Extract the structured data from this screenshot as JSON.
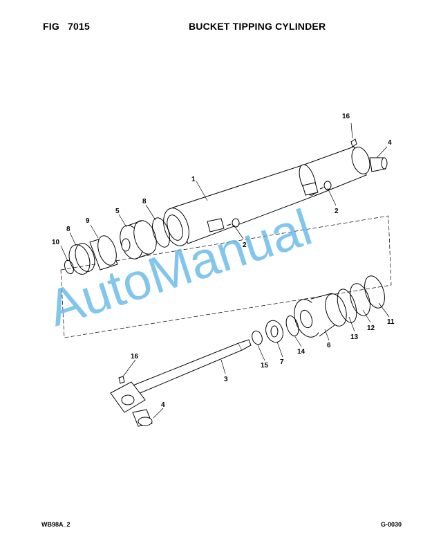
{
  "header": {
    "fig_label": "FIG",
    "fig_number": "7015",
    "title": "BUCKET TIPPING CYLINDER"
  },
  "footer": {
    "left": "WB98A_2",
    "right": "G-0030"
  },
  "watermark": {
    "text": "AutoManual",
    "color": "#5ab4e8"
  },
  "callouts": [
    "16",
    "4",
    "1",
    "2",
    "2",
    "8",
    "5",
    "9",
    "8",
    "10",
    "11",
    "12",
    "13",
    "6",
    "14",
    "7",
    "15",
    "3",
    "16",
    "4"
  ]
}
